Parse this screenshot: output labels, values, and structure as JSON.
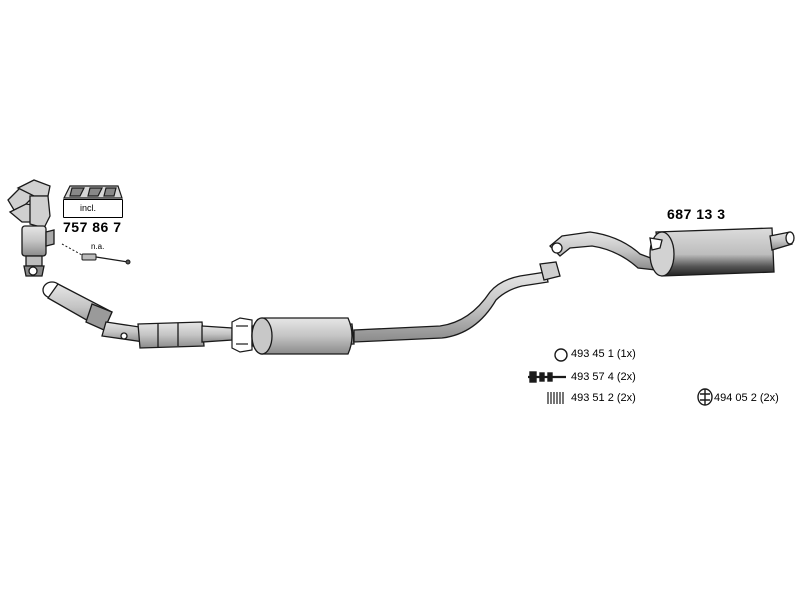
{
  "parts": {
    "manifold_kit": {
      "number": "757 86 7",
      "note": "incl."
    },
    "sensor_note": "n.a.",
    "rear_silencer": {
      "number": "687 13 3"
    }
  },
  "legend": [
    {
      "icon": "ring-clamp-icon",
      "text": "493 45 1 (1x)"
    },
    {
      "icon": "bolt-icon",
      "text": "493 57 4 (2x)"
    },
    {
      "icon": "spring-icon",
      "text": "493 51 2 (2x)"
    },
    {
      "icon": "rubber-mount-icon",
      "text": "494 05 2 (2x)"
    }
  ],
  "colors": {
    "pipe_fill": "#c8c8c8",
    "pipe_stroke": "#1a1a1a",
    "silencer_fill": "#b4b4b4",
    "shadow": "#3a3a3a"
  }
}
